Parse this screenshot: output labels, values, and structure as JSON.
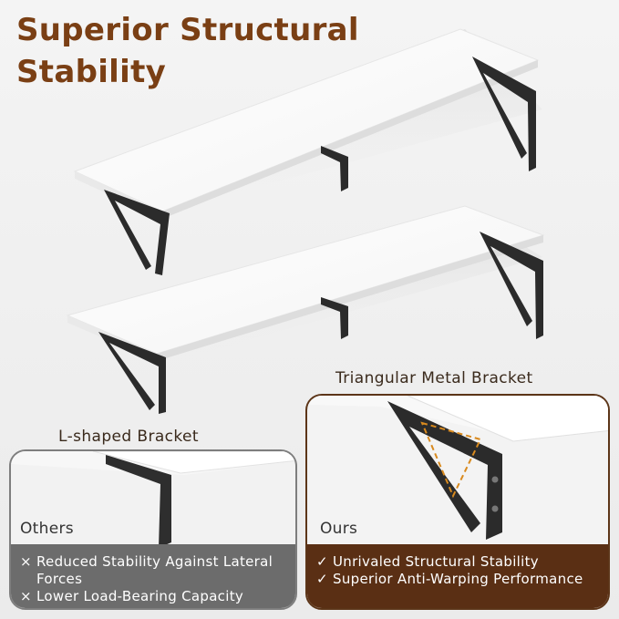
{
  "title": "Superior Structural Stability",
  "labels": {
    "triangular": "Triangular Metal Bracket",
    "lshaped": "L-shaped Bracket"
  },
  "others": {
    "heading": "Others",
    "items": [
      {
        "mark": "×",
        "text": "Reduced Stability Against Lateral Forces"
      },
      {
        "mark": "×",
        "text": "Lower Load-Bearing Capacity"
      }
    ]
  },
  "ours": {
    "heading": "Ours",
    "items": [
      {
        "mark": "✓",
        "text": "Unrivaled Structural Stability"
      },
      {
        "mark": "✓",
        "text": "Superior Anti-Warping Performance"
      }
    ]
  },
  "colors": {
    "title": "#7a3f14",
    "ours_band": "#5a2f14",
    "others_band": "#6c6c6c",
    "bracket": "#2b2b2b",
    "highlight_dash": "#d98a1e"
  }
}
